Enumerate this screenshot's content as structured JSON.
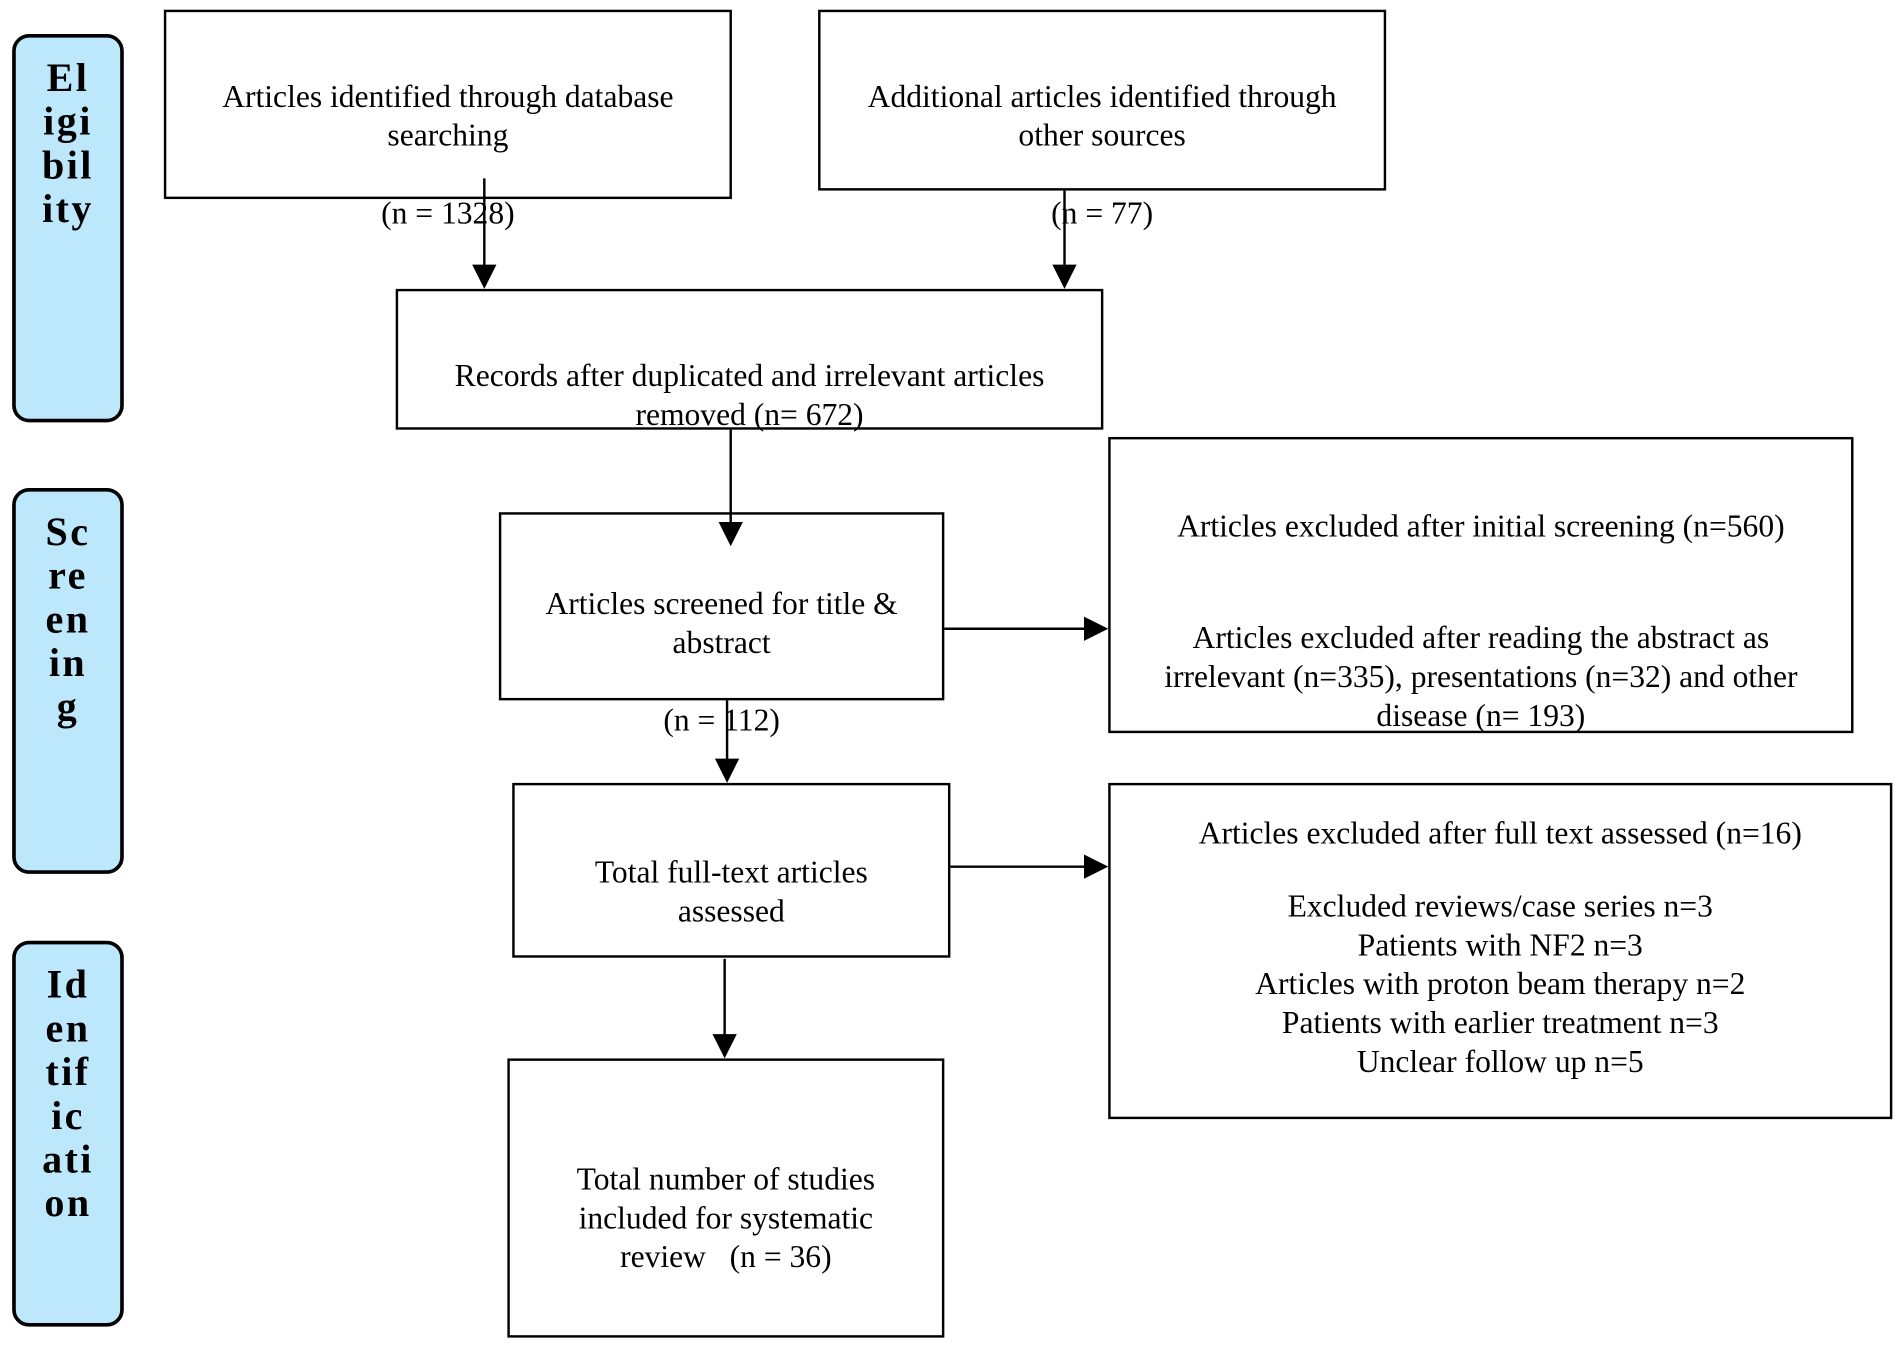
{
  "phases": {
    "eligibility": "El\nigi\nbil\nity",
    "screening": "Sc\nre\nen\nin\ng",
    "identification": "Id\nen\ntif\nic\nati\non"
  },
  "boxes": {
    "db_search": {
      "text": "Articles identified through database\nsearching",
      "count": "(n = 1328)"
    },
    "other_sources": {
      "text": "Additional articles identified through\nother sources",
      "count": "(n = 77)"
    },
    "records_after_dup": {
      "text": "Records after duplicated and irrelevant articles\nremoved (n= 672)"
    },
    "screened": {
      "text": "Articles screened for title &\nabstract",
      "count": "(n = 112)"
    },
    "excluded_screening": {
      "heading": "Articles excluded after initial screening (n=560)",
      "text": "Articles excluded after reading the abstract as\nirrelevant (n=335), presentations (n=32) and other\ndisease (n= 193)"
    },
    "fulltext": {
      "text": "Total full-text articles\nassessed"
    },
    "excluded_fulltext": {
      "heading": "Articles excluded after full text assessed (n=16)",
      "items": [
        "Excluded reviews/case series n=3",
        "Patients with NF2 n=3",
        "Articles with proton beam therapy n=2",
        "Patients with earlier treatment n=3",
        "Unclear follow up n=5"
      ]
    },
    "included": {
      "text": "Total number of studies\nincluded for systematic\nreview",
      "count": "(n = 36)"
    }
  }
}
